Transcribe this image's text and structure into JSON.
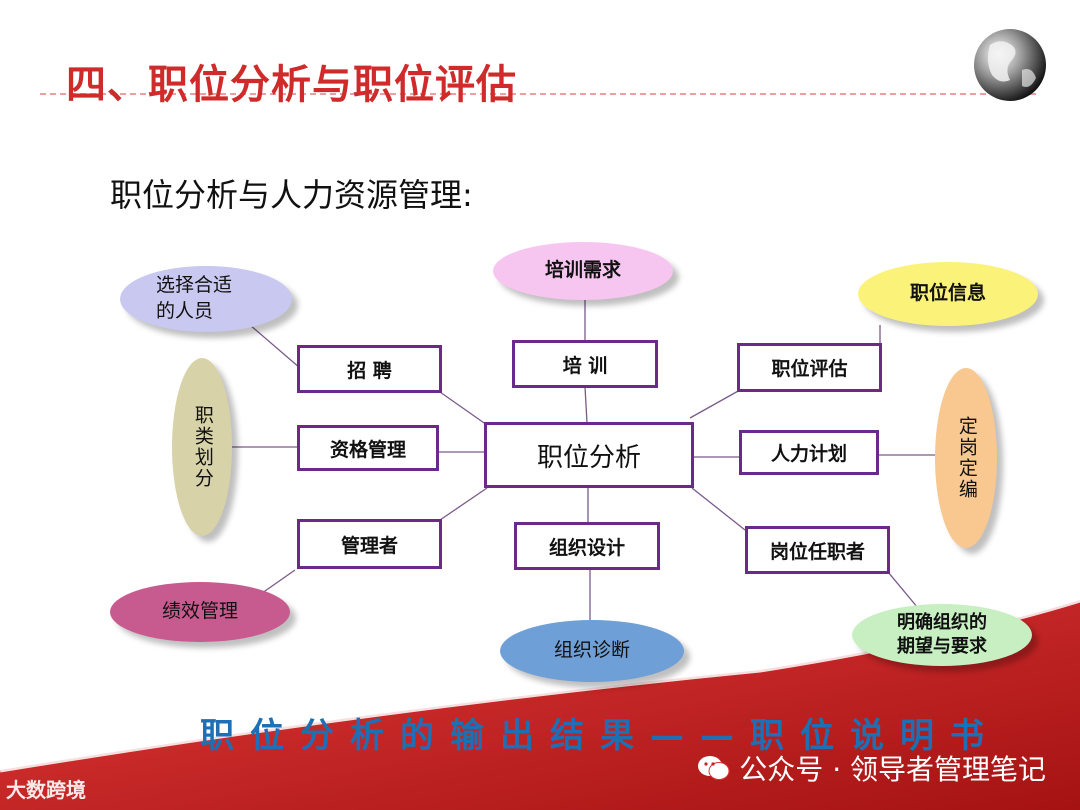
{
  "title": "四、职位分析与职位评估",
  "subtitle": "职位分析与人力资源管理:",
  "center": "职位分析",
  "boxes": {
    "recruit": "招  聘",
    "training": "培  训",
    "job_eval": "职位评估",
    "qualification": "资格管理",
    "hr_plan": "人力计划",
    "manager": "管理者",
    "org_design": "组织设计",
    "incumbent": "岗位任职者"
  },
  "ellipses": {
    "select_person": "选择合适\n的人员",
    "training_needs": "培训需求",
    "job_info": "职位信息",
    "job_class": "职类划分",
    "staffing": "定岗定编",
    "performance": "绩效管理",
    "org_diagnosis": "组织诊断",
    "expectations": "明确组织的\n期望与要求"
  },
  "bottom_text": "职位分析的输出结果——职位说明书",
  "watermark": "公众号 · 领导者管理笔记",
  "logo_text": "大数跨境",
  "colors": {
    "title": "#cf2b2b",
    "box_border": "#6b2a8a",
    "bottom_text": "#1f6fb5",
    "footer_red": "#c62020",
    "lavender": "#c8c8f0",
    "pink": "#f7c6f0",
    "yellow": "#fbf27a",
    "olive": "#d8d2a8",
    "peach": "#f8c890",
    "magenta": "#c75b8f",
    "blue": "#6e9fd6",
    "green": "#c8efc2"
  }
}
